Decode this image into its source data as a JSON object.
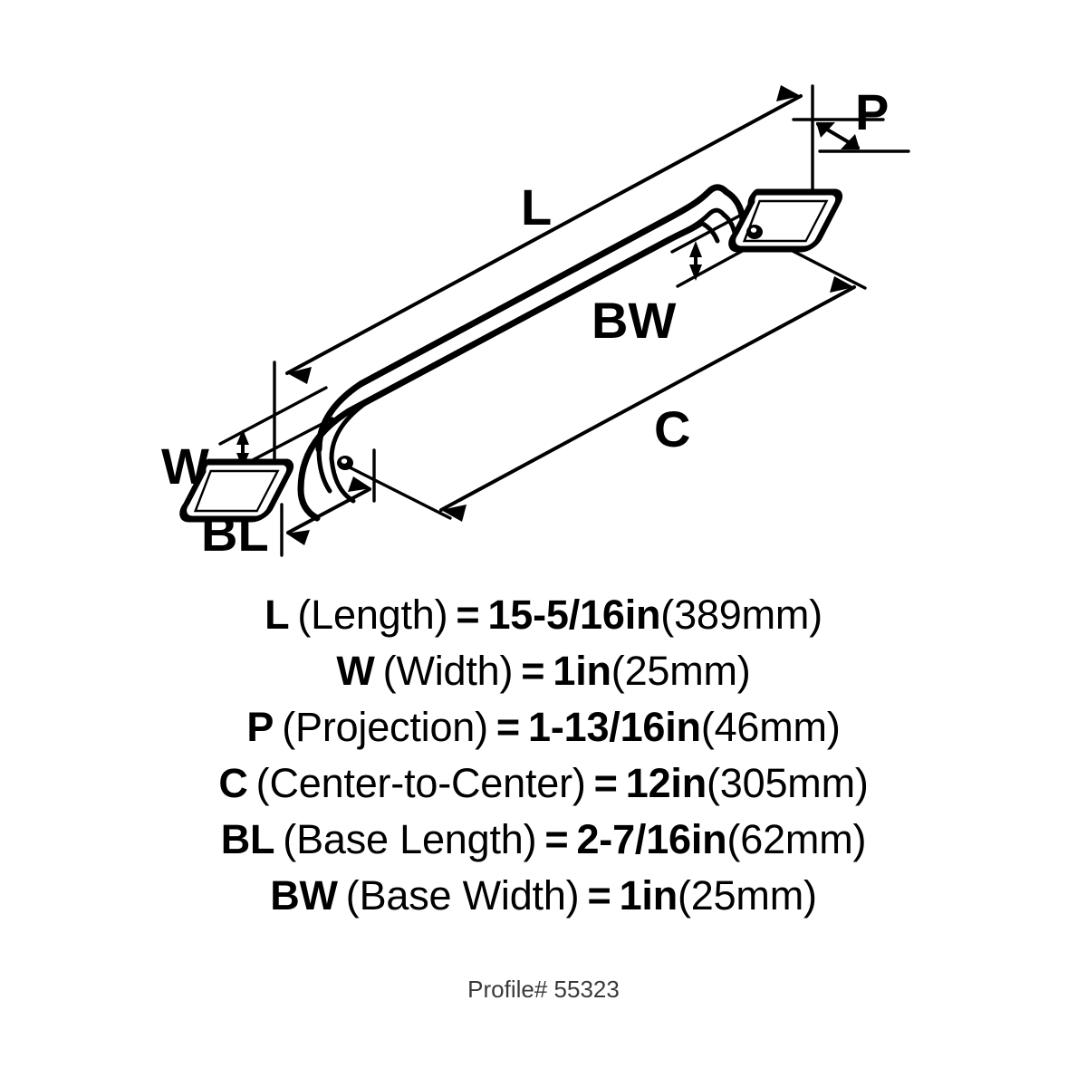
{
  "drawing": {
    "title": "cabinet-pull-handle-dimension-diagram",
    "line_color": "#000000",
    "background": "#ffffff",
    "callouts": [
      {
        "key": "L",
        "label": "L",
        "name": "length-callout"
      },
      {
        "key": "W",
        "label": "W",
        "name": "width-callout"
      },
      {
        "key": "P",
        "label": "P",
        "name": "projection-callout"
      },
      {
        "key": "C",
        "label": "C",
        "name": "center-to-center-callout"
      },
      {
        "key": "BL",
        "label": "BL",
        "name": "base-length-callout"
      },
      {
        "key": "BW",
        "label": "BW",
        "name": "base-width-callout"
      }
    ]
  },
  "specs": [
    {
      "symbol": "L",
      "name": "(Length)",
      "equals": "=",
      "value": "15-5/16in",
      "metric": "(389mm)"
    },
    {
      "symbol": "W",
      "name": "(Width)",
      "equals": "=",
      "value": "1in",
      "metric": "(25mm)"
    },
    {
      "symbol": "P",
      "name": "(Projection)",
      "equals": "=",
      "value": "1-13/16in",
      "metric": "(46mm)"
    },
    {
      "symbol": "C",
      "name": "(Center-to-Center)",
      "equals": "=",
      "value": "12in",
      "metric": "(305mm)"
    },
    {
      "symbol": "BL",
      "name": "(Base Length)",
      "equals": "=",
      "value": "2-7/16in",
      "metric": "(62mm)"
    },
    {
      "symbol": "BW",
      "name": "(Base Width)",
      "equals": "=",
      "value": "1in",
      "metric": "(25mm)"
    }
  ],
  "footer": {
    "profile": "Profile# 55323"
  }
}
